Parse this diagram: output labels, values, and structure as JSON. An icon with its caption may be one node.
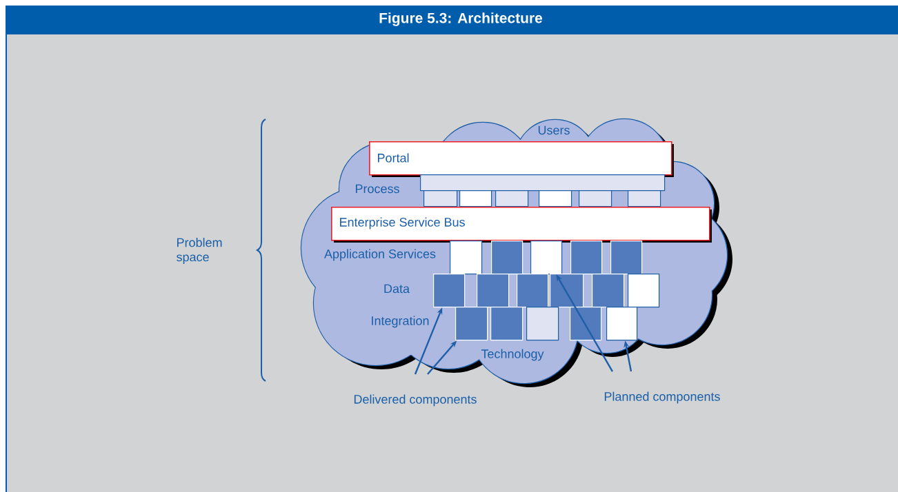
{
  "diagram": {
    "title": "Figure 5.3:  Architecture",
    "nodes": [
      {
        "text": [
          "Users",
          "Process",
          "Application Services",
          "Data",
          "Integration",
          "Technology"
        ]
      },
      {
        "text": [
          "Portal"
        ],
        "in": 0
      },
      {
        "text": [],
        "shape": "box",
        "in": 0
      },
      {
        "text": [],
        "shape": "box",
        "in": 0
      },
      {
        "text": [],
        "shape": "box",
        "in": 0
      },
      {
        "text": [],
        "shape": "box",
        "in": 0
      },
      {
        "text": [],
        "shape": "box",
        "in": 0
      },
      {
        "text": [],
        "shape": "box",
        "in": 0
      },
      {
        "text": [],
        "shape": "box",
        "in": 0
      },
      {
        "text": [
          "Enterprise Service Bus"
        ],
        "in": 0
      },
      {
        "text": [],
        "shape": "box",
        "in": 0
      },
      {
        "text": [],
        "shape": "box",
        "in": 0
      },
      {
        "text": [],
        "shape": "box",
        "in": 0
      },
      {
        "text": [],
        "shape": "box",
        "in": 0
      },
      {
        "text": [],
        "shape": "box",
        "in": 0
      },
      {
        "text": [],
        "shape": "box",
        "in": 0
      },
      {
        "text": [],
        "shape": "box",
        "in": 0
      },
      {
        "text": [],
        "shape": "box",
        "in": 0
      },
      {
        "text": [],
        "shape": "box",
        "in": 0
      },
      {
        "text": [],
        "shape": "box",
        "in": 0
      },
      {
        "text": [],
        "shape": "box",
        "in": 0
      },
      {
        "text": [],
        "shape": "box",
        "in": 0
      },
      {
        "text": [],
        "shape": "box",
        "in": 0
      },
      {
        "text": [],
        "shape": "box",
        "in": 0
      },
      {
        "text": [],
        "shape": "box",
        "in": 0
      },
      {
        "text": [],
        "shape": "box",
        "in": 0
      },
      {
        "text": [
          "Delivered components"
        ]
      },
      {
        "text": [
          "Planned components"
        ]
      }
    ],
    "edges": [
      {
        "from": 26,
        "to": 15,
        "arrow": "to"
      },
      {
        "from": 26,
        "to": 21,
        "arrow": "to"
      },
      {
        "from": 27,
        "to": 12,
        "arrow": "to"
      },
      {
        "from": 27,
        "to": 25,
        "arrow": "to"
      }
    ],
    "labels": [
      "Problem space"
    ]
  }
}
